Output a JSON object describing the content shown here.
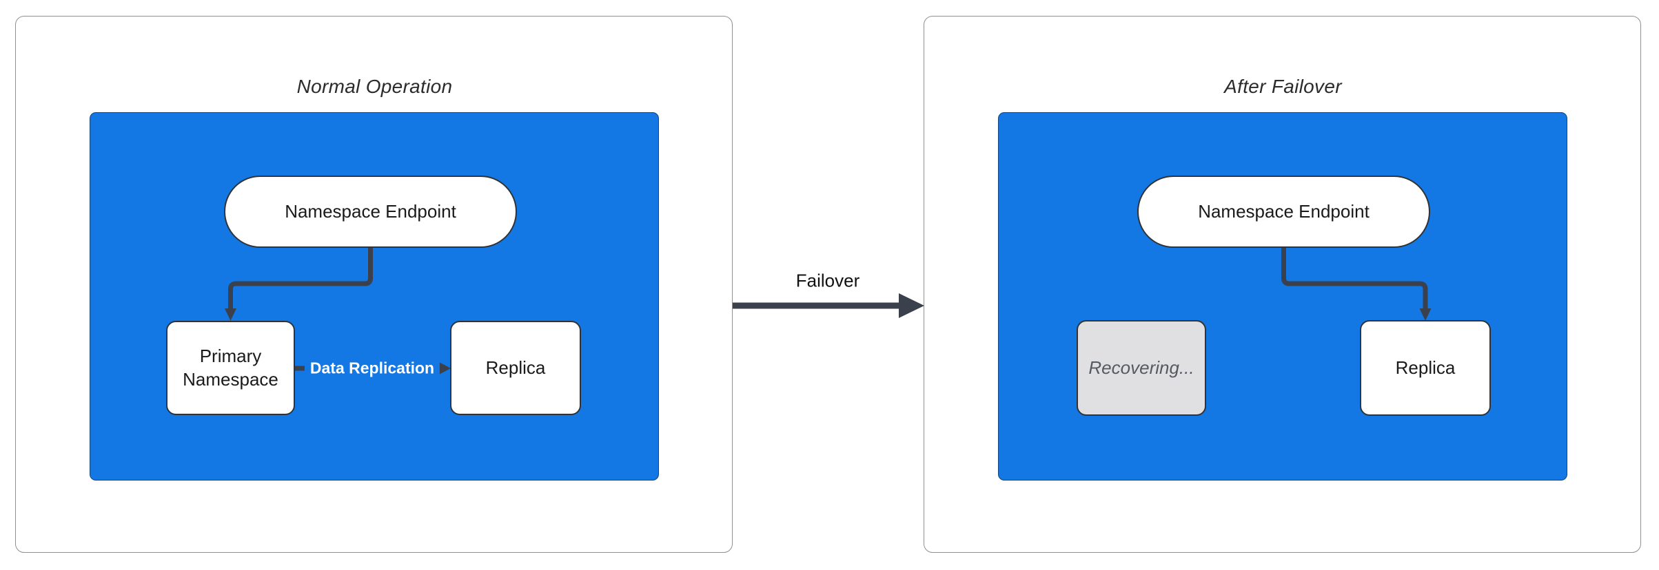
{
  "panels": [
    {
      "title": "Normal Operation",
      "nodes": {
        "endpoint": "Namespace Endpoint",
        "primary": "Primary Namespace",
        "replica": "Replica"
      },
      "edges": {
        "replication_label": "Data Replication"
      }
    },
    {
      "title": "After Failover",
      "nodes": {
        "endpoint": "Namespace Endpoint",
        "recovering": "Recovering...",
        "replica": "Replica"
      }
    }
  ],
  "failover": {
    "label": "Failover"
  },
  "colors": {
    "cluster_fill": "#1377e4",
    "edge_color": "#3b414c",
    "node_fill": "#ffffff",
    "node_border": "#2f3337",
    "node_text": "#1a1a1a",
    "panel_fill": "#ffffff",
    "panel_border": "#8f8f8f",
    "title_text": "#2b2b2b",
    "recovering_fill": "#e0e0e3",
    "recovering_border": "#333333",
    "recovering_text": "#555a60",
    "edge_label_text": "#ffffff"
  }
}
